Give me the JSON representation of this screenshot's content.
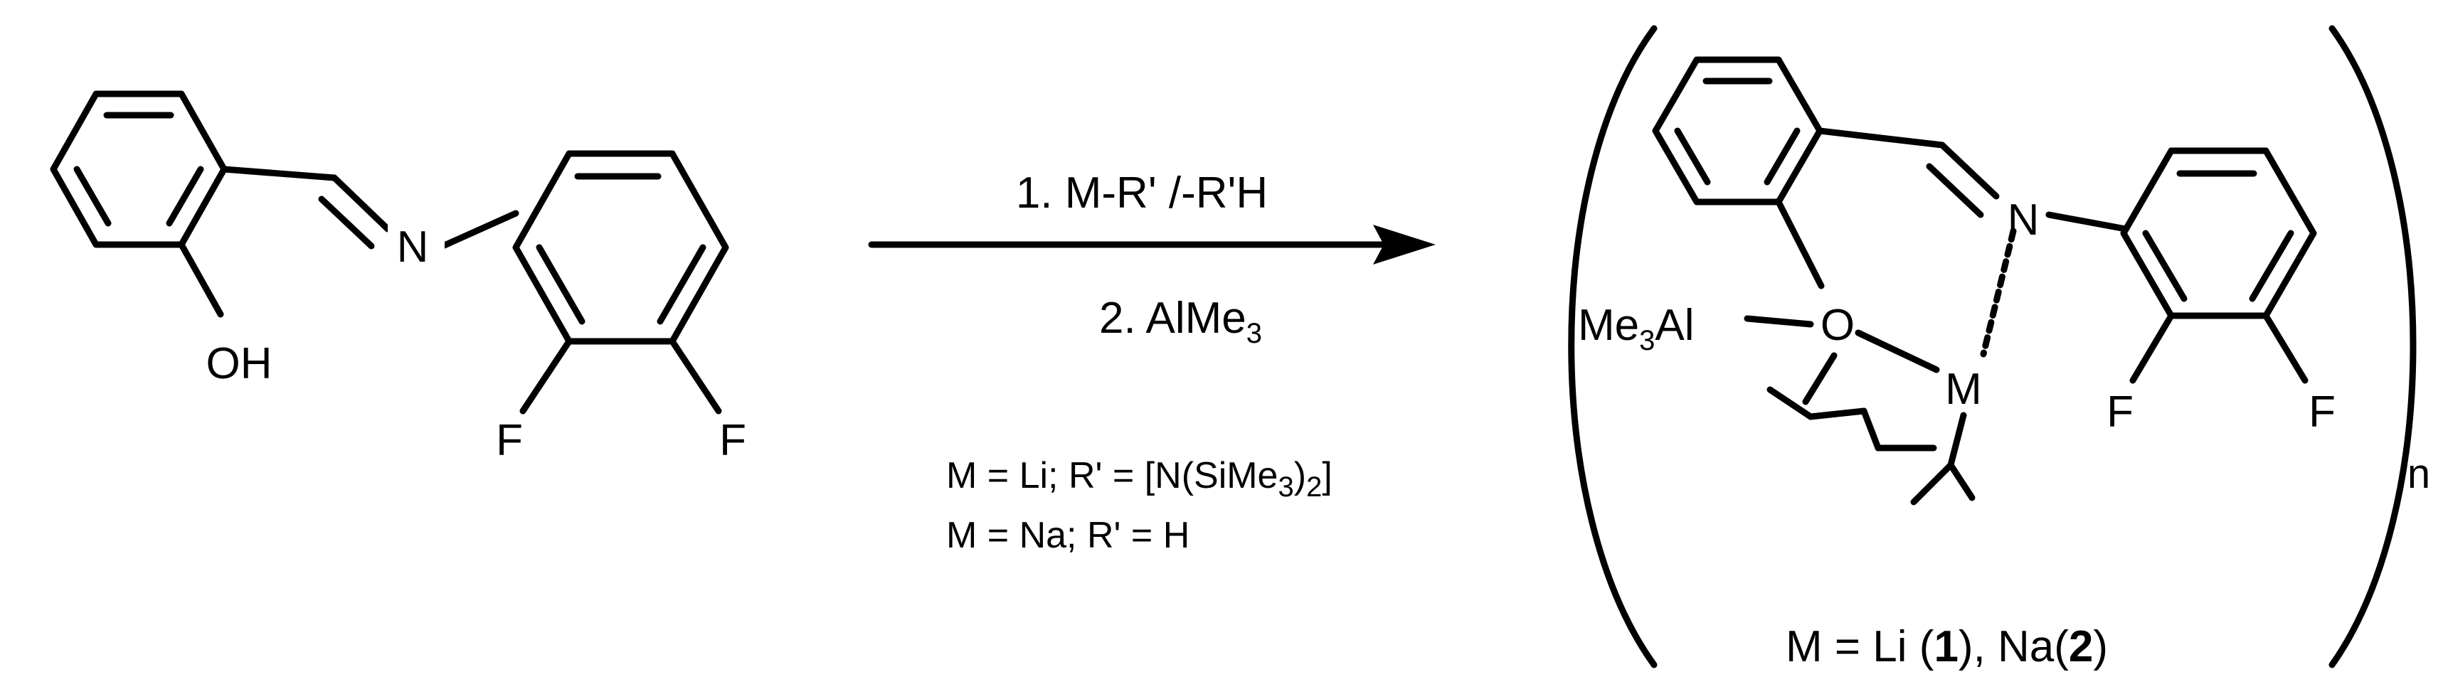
{
  "reactant": {
    "atom_n": "N",
    "atom_oh": "OH",
    "atom_f1": "F",
    "atom_f2": "F"
  },
  "reaction_arrow": {
    "step1": "1. M-R' /-R'H",
    "step2_main": "2. AlMe",
    "step2_sub": "3"
  },
  "conditions": {
    "line1_a": "M = Li; R' = [N(SiMe",
    "line1_sub1": "3",
    "line1_b": ")",
    "line1_sub2": "2",
    "line1_c": "]",
    "line2": "M = Na; R' = H"
  },
  "product": {
    "atom_n": "N",
    "atom_o": "O",
    "atom_m": "M",
    "me3al_a": "Me",
    "me3al_sub": "3",
    "me3al_b": "Al",
    "atom_f1": "F",
    "atom_f2": "F",
    "polymer_index": "n"
  },
  "caption": {
    "part1": "M = Li (",
    "bold1": "1",
    "part2": "), Na(",
    "bold2": "2",
    "part3": ")"
  }
}
